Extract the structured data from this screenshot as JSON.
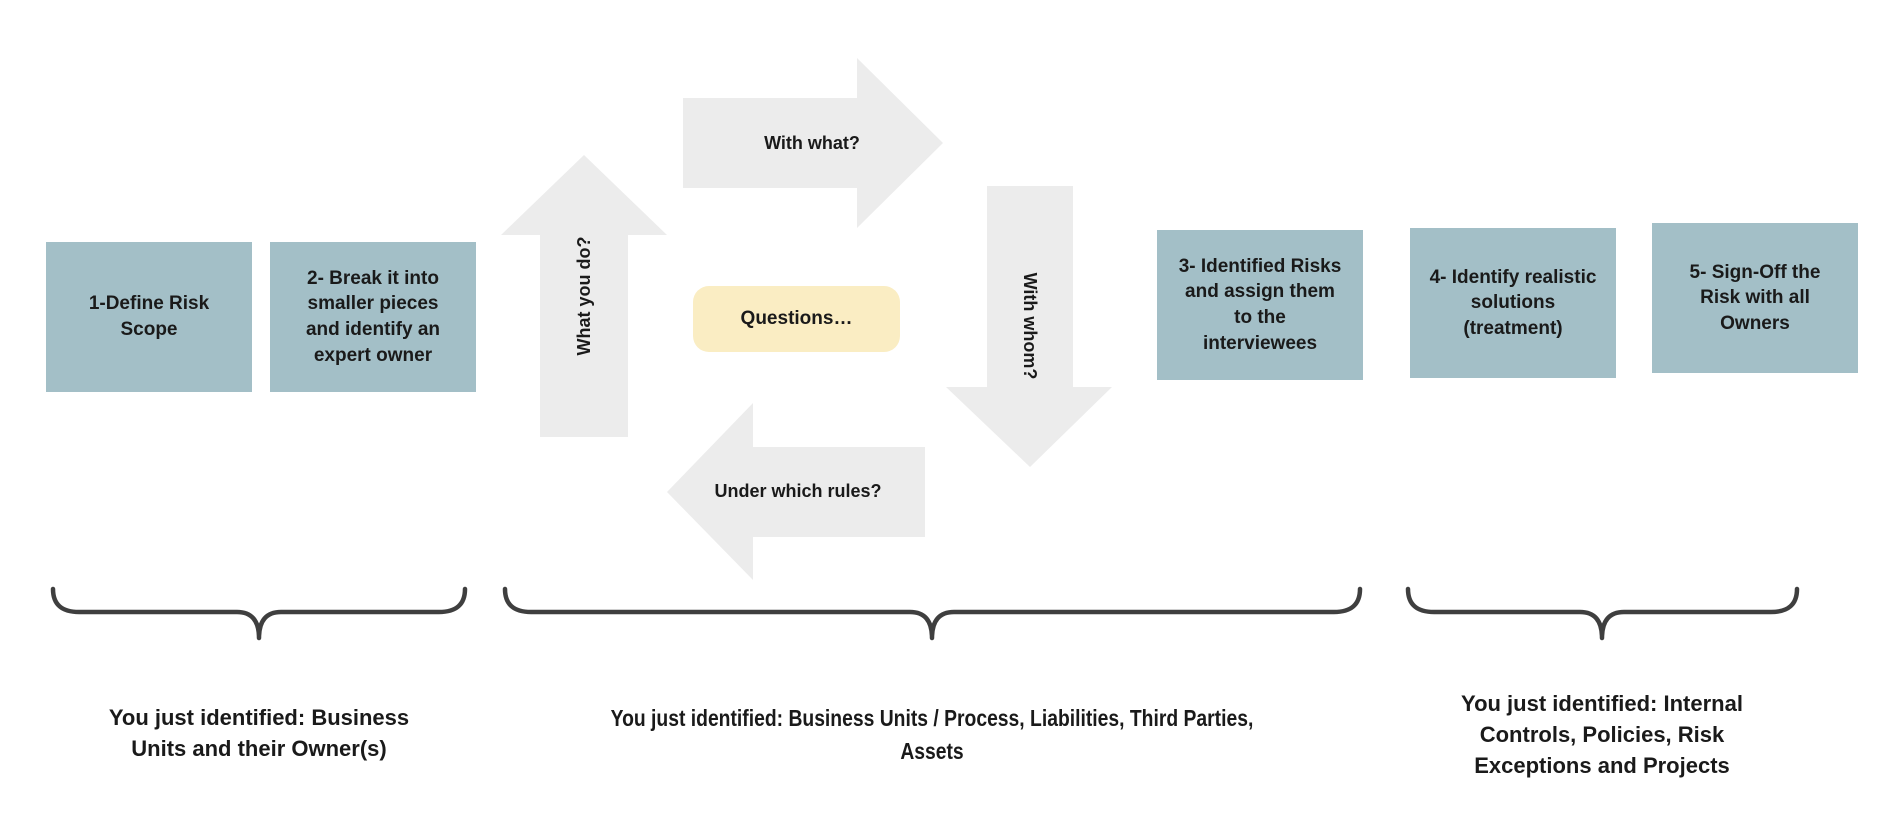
{
  "colors": {
    "box": "#a3bfc7",
    "arrow": "#ececec",
    "questions": "#faedc3",
    "brace": "#3f3f3f",
    "text": "#1a1a1a"
  },
  "steps": [
    {
      "label": "1-Define Risk Scope"
    },
    {
      "label": "2- Break it into smaller pieces and identify an expert owner"
    },
    {
      "label": "3- Identified Risks and assign them to the interviewees"
    },
    {
      "label": "4- Identify realistic solutions (treatment)"
    },
    {
      "label": "5- Sign-Off the Risk with all Owners"
    }
  ],
  "cycle": {
    "center": "Questions…",
    "up": "What you do?",
    "right": "With what?",
    "down": "With whom?",
    "left": "Under which rules?"
  },
  "groups": [
    {
      "caption": "You just identified: Business Units and their Owner(s)"
    },
    {
      "caption": "You just identified: Business Units / Process, Liabilities, Third Parties, Assets"
    },
    {
      "caption": "You just identified: Internal Controls, Policies, Risk Exceptions and Projects"
    }
  ]
}
